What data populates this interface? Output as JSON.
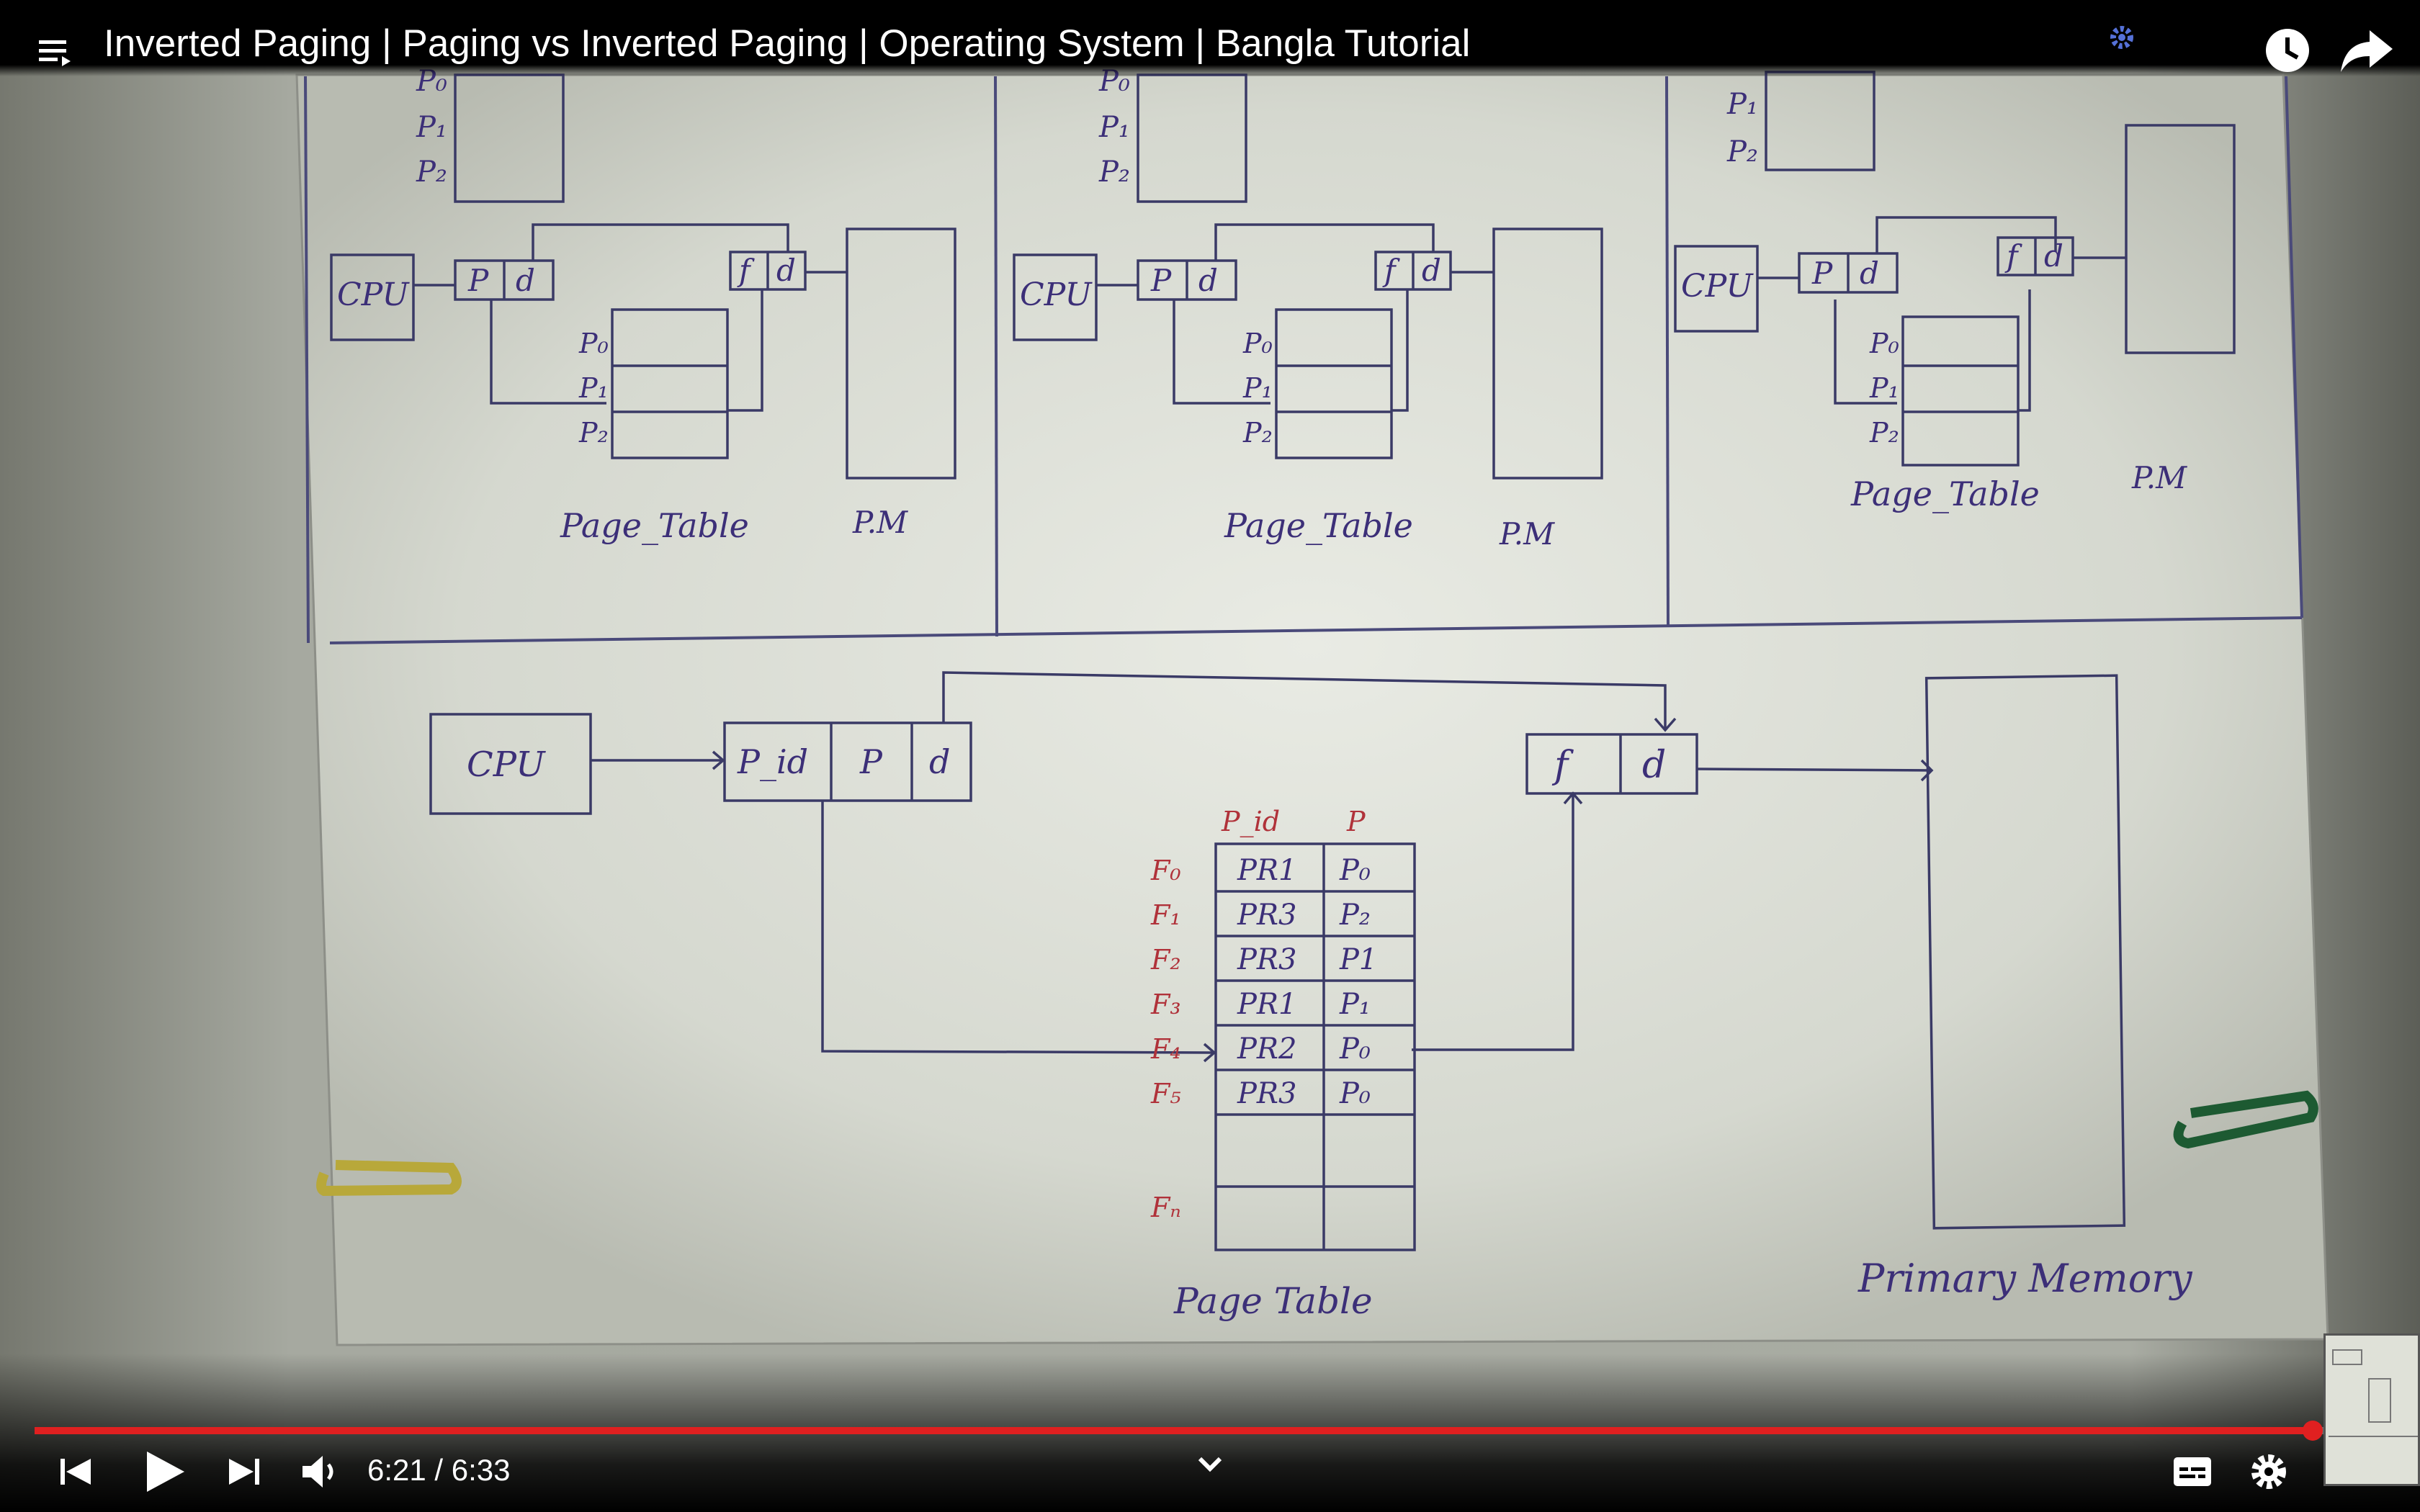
{
  "player": {
    "title": "Inverted Paging | Paging vs Inverted Paging | Operating System | Bangla Tutorial",
    "time": "6:21 / 6:33",
    "progress": 0.969,
    "accent_color": "#e02020"
  },
  "controls": {
    "icons": [
      "playlist-icon",
      "watch-later-icon",
      "share-icon",
      "prev-icon",
      "play-icon",
      "next-icon",
      "volume-icon",
      "chevron-down-icon",
      "captions-icon",
      "gear-icon"
    ]
  },
  "diagram": {
    "panels": [
      {
        "cpu": "CPU",
        "pd": [
          "P",
          "d"
        ],
        "fd": [
          "f",
          "d"
        ],
        "top_rows": [
          "P₀",
          "P₁",
          "P₂"
        ],
        "table_rows": [
          "P₀",
          "P₁",
          "P₂"
        ],
        "table_label": "Page_Table",
        "pm_label": "P.M"
      },
      {
        "cpu": "CPU",
        "pd": [
          "P",
          "d"
        ],
        "fd": [
          "f",
          "d"
        ],
        "top_rows": [
          "P₀",
          "P₁",
          "P₂"
        ],
        "table_rows": [
          "P₀",
          "P₁",
          "P₂"
        ],
        "table_label": "Page_Table",
        "pm_label": "P.M"
      },
      {
        "cpu": "CPU",
        "pd": [
          "P",
          "d"
        ],
        "fd": [
          "f",
          "d"
        ],
        "top_rows": [
          "P₁",
          "P₂"
        ],
        "table_rows": [
          "P₀",
          "P₁",
          "P₂"
        ],
        "table_label": "Page_Table",
        "pm_label": "P.M"
      }
    ],
    "bottom": {
      "cpu": "CPU",
      "address": [
        "P_id",
        "P",
        "d"
      ],
      "fd": [
        "f",
        "d"
      ],
      "table_headers": [
        "P_id",
        "P"
      ],
      "frames": [
        "F₀",
        "F₁",
        "F₂",
        "F₃",
        "F₄",
        "F₅",
        "Fₙ"
      ],
      "rows": [
        [
          "PR1",
          "P₀"
        ],
        [
          "PR3",
          "P₂"
        ],
        [
          "PR3",
          "P1"
        ],
        [
          "PR1",
          "P₁"
        ],
        [
          "PR2",
          "P₀"
        ],
        [
          "PR3",
          "P₀"
        ]
      ],
      "table_label": "Page Table",
      "memory_label": "Primary Memory"
    }
  }
}
